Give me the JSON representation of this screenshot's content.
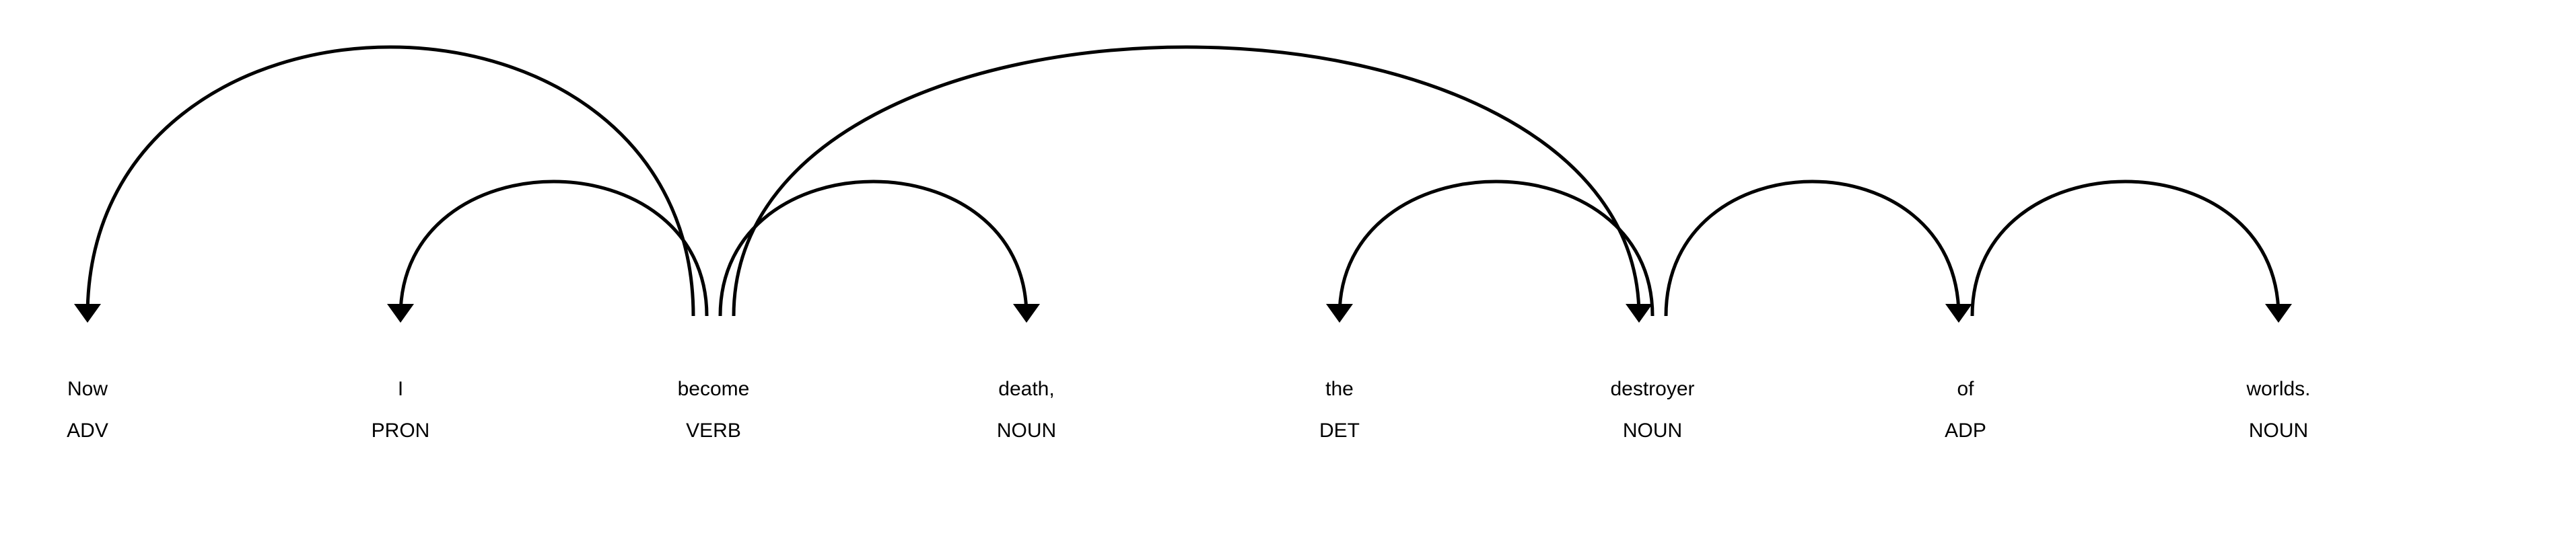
{
  "tokens": [
    {
      "text": "Now",
      "tag": "ADV"
    },
    {
      "text": "I",
      "tag": "PRON"
    },
    {
      "text": "become",
      "tag": "VERB"
    },
    {
      "text": "death,",
      "tag": "NOUN"
    },
    {
      "text": "the",
      "tag": "DET"
    },
    {
      "text": "destroyer",
      "tag": "NOUN"
    },
    {
      "text": "of",
      "tag": "ADP"
    },
    {
      "text": "worlds.",
      "tag": "NOUN"
    }
  ],
  "arcs": [
    {
      "head": 2,
      "dependent": 0
    },
    {
      "head": 2,
      "dependent": 1
    },
    {
      "head": 2,
      "dependent": 3
    },
    {
      "head": 2,
      "dependent": 5
    },
    {
      "head": 5,
      "dependent": 4
    },
    {
      "head": 5,
      "dependent": 6
    },
    {
      "head": 6,
      "dependent": 7
    }
  ],
  "colors": {
    "ink": "#000000",
    "background": "#ffffff"
  }
}
